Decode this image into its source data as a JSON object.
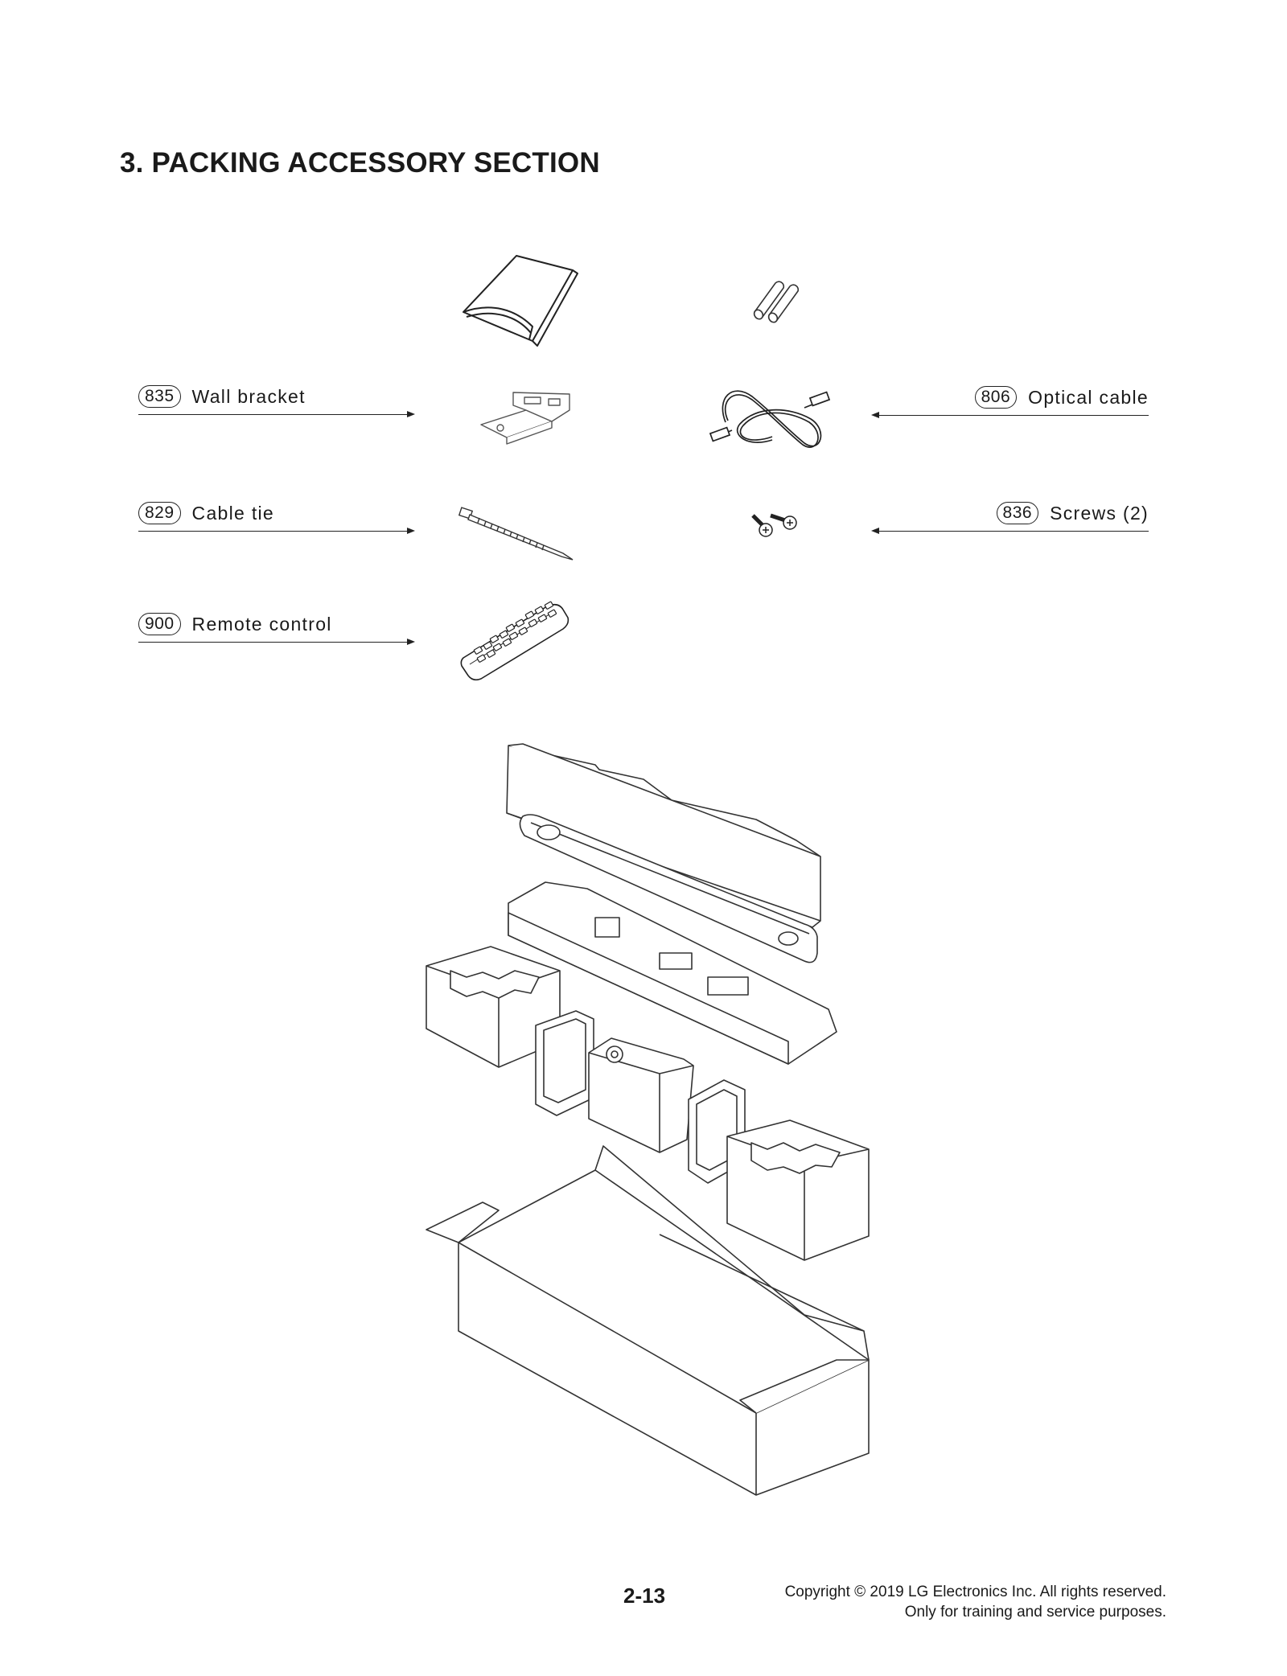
{
  "title": "3. PACKING ACCESSORY SECTION",
  "callouts": [
    {
      "number": "835",
      "label": "Wall bracket",
      "part": "wall-bracket"
    },
    {
      "number": "806",
      "label": "Optical cable",
      "part": "optical-cable"
    },
    {
      "number": "829",
      "label": "Cable tie",
      "part": "cable-tie"
    },
    {
      "number": "836",
      "label": "Screws (2)",
      "part": "screws"
    },
    {
      "number": "900",
      "label": "Remote control",
      "part": "remote-control"
    }
  ],
  "footer": {
    "page_number": "2-13",
    "copyright_line1": "Copyright © 2019 LG Electronics Inc. All rights reserved.",
    "copyright_line2": "Only for training and service purposes."
  }
}
